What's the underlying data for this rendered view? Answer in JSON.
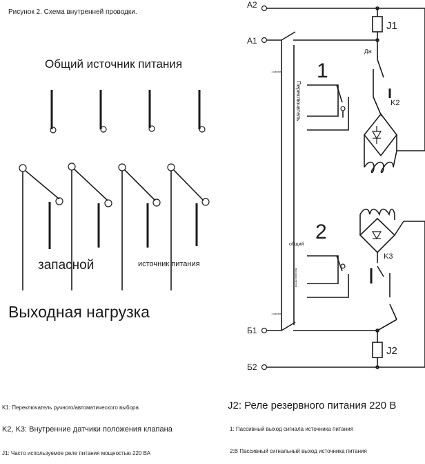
{
  "figure": {
    "caption": "Рисунок 2. Схема внутренней проводки.",
    "left": {
      "source_title": "Общий источник питания",
      "spare_label": "запасной",
      "supply_label": "источник питания",
      "load_title": "Выходная нагрузка"
    },
    "right": {
      "terminal_a2": "А2",
      "terminal_a1": "А1",
      "terminal_b1": "Б1",
      "terminal_b2": "Б2",
      "relay_j1": "J1",
      "relay_j2": "J2",
      "contact_dzh": "Дж",
      "switch_k2": "K2",
      "switch_k3": "K3",
      "number_1": "1",
      "number_2": "2",
      "switch_label": "Переключатель",
      "common_label": "общий",
      "tiny_1": "1 канал",
      "tiny_2": "высокая петля",
      "tiny_3": "1 канал"
    }
  },
  "legend": {
    "k1": "K1: Переключатель ручного/автоматического выбора",
    "k2k3": "K2, K3: Внутренние датчики положения клапана",
    "j1": "J1: Часто используемое реле питания мощностью 220 ВА",
    "j2": "J2: Реле резервного питания 220 В",
    "p1": "1: Пассивный выход сигнала источника питания",
    "p2": "2:В Пассивный сигнальный выход источника питания"
  },
  "colors": {
    "ink": "#1a1a1a",
    "background": "#ffffff"
  }
}
